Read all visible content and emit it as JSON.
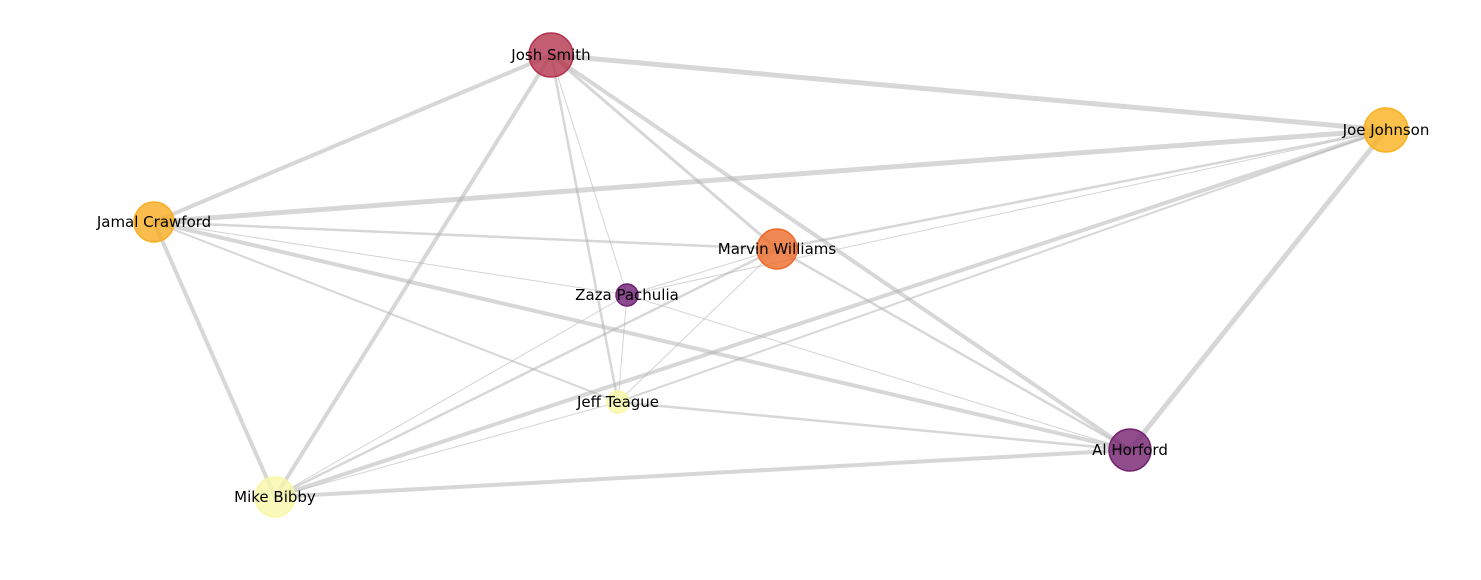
{
  "network": {
    "nodes": [
      {
        "id": "josh",
        "label": "Josh Smith",
        "color": "#b4344f",
        "size": 3
      },
      {
        "id": "joe",
        "label": "Joe Johnson",
        "color": "#fbb11e",
        "size": 3
      },
      {
        "id": "jamal",
        "label": "Jamal Crawford",
        "color": "#f9ad21",
        "size": 2
      },
      {
        "id": "marvin",
        "label": "Marvin Williams",
        "color": "#ec6a28",
        "size": 2
      },
      {
        "id": "zaza",
        "label": "Zaza Pachulia",
        "color": "#6f1e74",
        "size": 1
      },
      {
        "id": "jeff",
        "label": "Jeff Teague",
        "color": "#f8f7a6",
        "size": 1
      },
      {
        "id": "al",
        "label": "Al Horford",
        "color": "#73206f",
        "size": 2.5
      },
      {
        "id": "mike",
        "label": "Mike Bibby",
        "color": "#f9f7a7",
        "size": 2
      }
    ],
    "edges": [
      {
        "source": "josh",
        "target": "joe",
        "weight": 5
      },
      {
        "source": "josh",
        "target": "jamal",
        "weight": 4
      },
      {
        "source": "josh",
        "target": "mike",
        "weight": 4
      },
      {
        "source": "josh",
        "target": "al",
        "weight": 4
      },
      {
        "source": "josh",
        "target": "marvin",
        "weight": 3
      },
      {
        "source": "josh",
        "target": "jeff",
        "weight": 2.5
      },
      {
        "source": "josh",
        "target": "zaza",
        "weight": 1
      },
      {
        "source": "joe",
        "target": "jamal",
        "weight": 5
      },
      {
        "source": "joe",
        "target": "al",
        "weight": 5
      },
      {
        "source": "joe",
        "target": "mike",
        "weight": 4
      },
      {
        "source": "joe",
        "target": "marvin",
        "weight": 2.5
      },
      {
        "source": "joe",
        "target": "jeff",
        "weight": 2
      },
      {
        "source": "joe",
        "target": "zaza",
        "weight": 1
      },
      {
        "source": "jamal",
        "target": "marvin",
        "weight": 2.5
      },
      {
        "source": "jamal",
        "target": "al",
        "weight": 4
      },
      {
        "source": "jamal",
        "target": "jeff",
        "weight": 2
      },
      {
        "source": "jamal",
        "target": "mike",
        "weight": 4
      },
      {
        "source": "jamal",
        "target": "zaza",
        "weight": 1
      },
      {
        "source": "marvin",
        "target": "al",
        "weight": 2.5
      },
      {
        "source": "marvin",
        "target": "mike",
        "weight": 2.5
      },
      {
        "source": "marvin",
        "target": "jeff",
        "weight": 1
      },
      {
        "source": "marvin",
        "target": "zaza",
        "weight": 1
      },
      {
        "source": "zaza",
        "target": "mike",
        "weight": 1
      },
      {
        "source": "zaza",
        "target": "al",
        "weight": 1
      },
      {
        "source": "zaza",
        "target": "jeff",
        "weight": 1
      },
      {
        "source": "jeff",
        "target": "al",
        "weight": 2.5
      },
      {
        "source": "jeff",
        "target": "mike",
        "weight": 1
      },
      {
        "source": "al",
        "target": "mike",
        "weight": 4
      }
    ]
  }
}
